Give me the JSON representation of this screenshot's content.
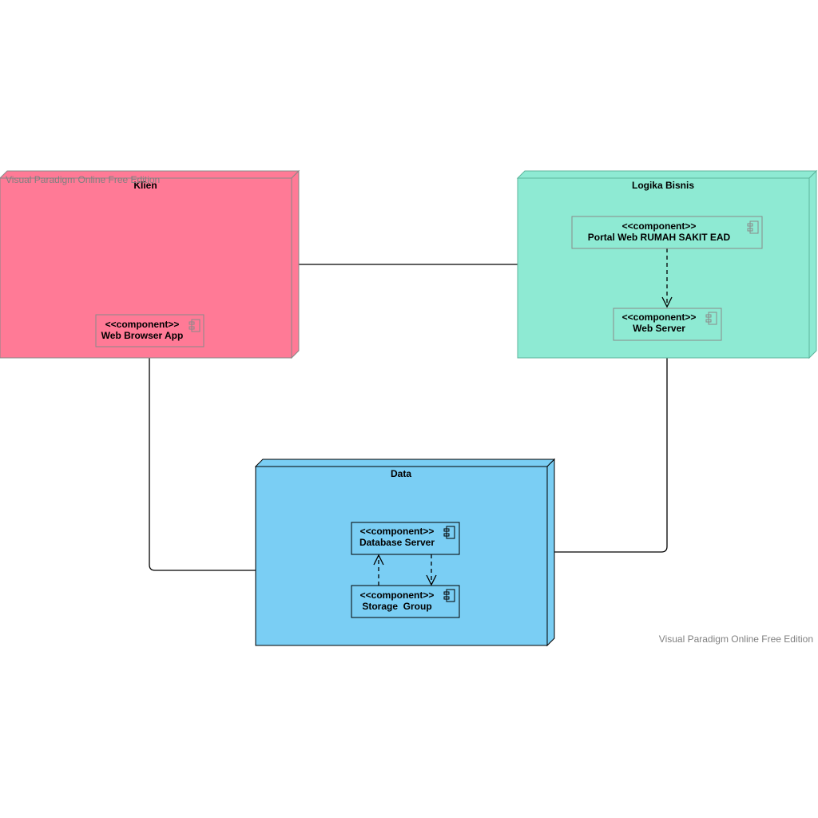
{
  "watermark": {
    "top": "Visual Paradigm Online Free Edition",
    "bottom": "Visual Paradigm Online Free Edition"
  },
  "colors": {
    "klien": "#ff7a96",
    "logika": "#8eead3",
    "data": "#7acef4",
    "line": "#000000"
  },
  "nodes": {
    "klien": {
      "title": "Klien",
      "components": [
        {
          "stereotype": "<<component>>",
          "name": "Web Browser App"
        }
      ]
    },
    "logika": {
      "title": "Logika Bisnis",
      "components": [
        {
          "stereotype": "<<component>>",
          "name": "Portal Web RUMAH SAKIT EAD"
        },
        {
          "stereotype": "<<component>>",
          "name": "Web Server"
        }
      ]
    },
    "data": {
      "title": "Data",
      "components": [
        {
          "stereotype": "<<component>>",
          "name": "Database Server"
        },
        {
          "stereotype": "<<component>>",
          "name": "Storage  Group"
        }
      ]
    }
  }
}
